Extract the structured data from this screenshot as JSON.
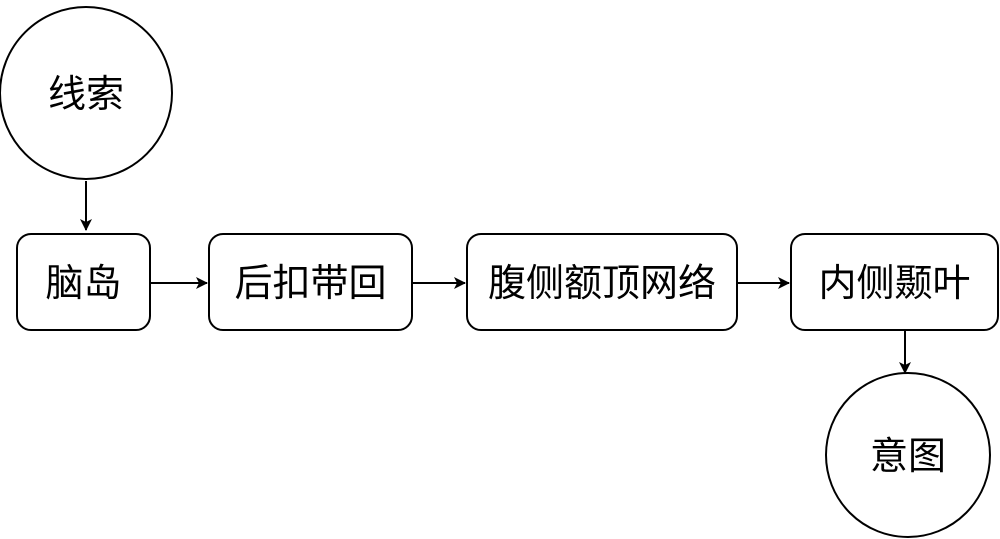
{
  "diagram": {
    "nodes": {
      "clue": {
        "label": "线索",
        "shape": "circle"
      },
      "insula": {
        "label": "脑岛",
        "shape": "rounded-rect"
      },
      "pcc": {
        "label": "后扣带回",
        "shape": "rounded-rect"
      },
      "vfpn": {
        "label": "腹侧额顶网络",
        "shape": "rounded-rect"
      },
      "mtl": {
        "label": "内侧颞叶",
        "shape": "rounded-rect"
      },
      "intent": {
        "label": "意图",
        "shape": "circle"
      }
    },
    "edges": [
      {
        "from": "clue",
        "to": "insula"
      },
      {
        "from": "insula",
        "to": "pcc"
      },
      {
        "from": "pcc",
        "to": "vfpn"
      },
      {
        "from": "vfpn",
        "to": "mtl"
      },
      {
        "from": "mtl",
        "to": "intent"
      }
    ],
    "colors": {
      "stroke": "#000000",
      "fill": "#ffffff",
      "text": "#000000"
    }
  }
}
